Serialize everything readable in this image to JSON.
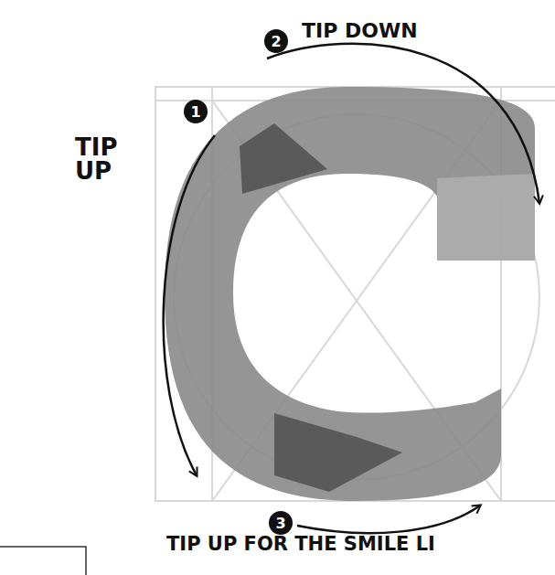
{
  "diagram": {
    "nodes": [
      {
        "text": [
          "2"
        ]
      },
      {
        "text": [
          "1"
        ]
      },
      {
        "text": [
          "3"
        ]
      }
    ],
    "edges": [],
    "labels": [
      "TIP DOWN",
      "TIP UP",
      "TIP UP FOR THE SMILE LI"
    ]
  }
}
